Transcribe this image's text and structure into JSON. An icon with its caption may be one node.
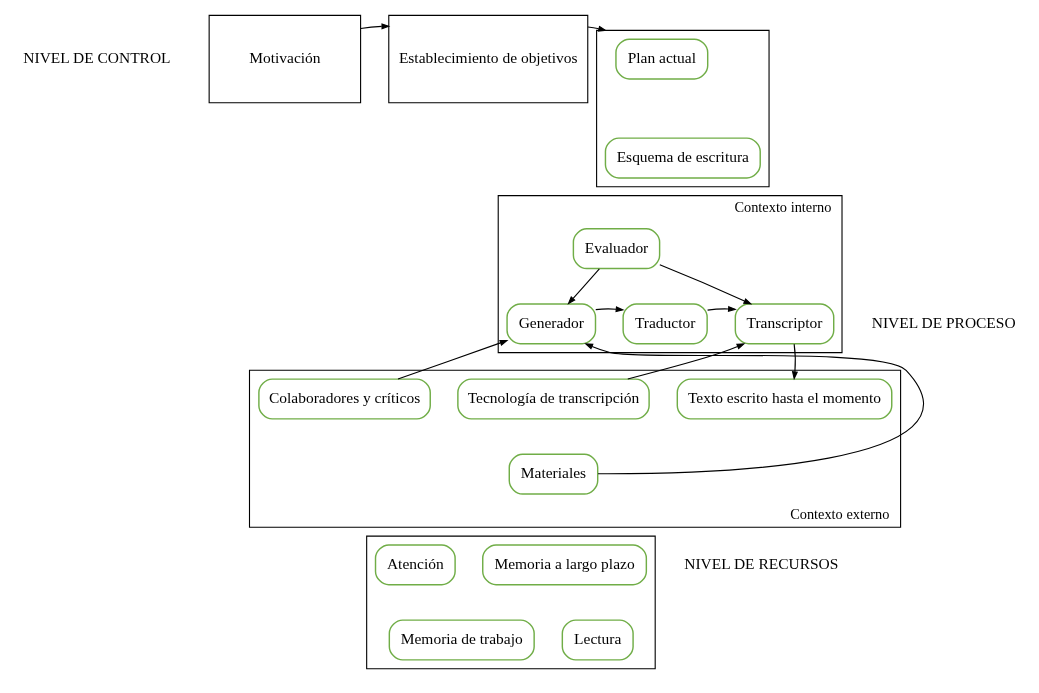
{
  "diagram": {
    "nodes": [
      {
        "text": [
          "Motivación"
        ]
      },
      {
        "text": [
          "Establecimiento de objetivos"
        ]
      },
      {
        "text": [],
        "shape": "box"
      },
      {
        "text": [
          "Plan actual"
        ],
        "in": 2
      },
      {
        "text": [
          "Esquema de escritura"
        ],
        "in": 2
      },
      {
        "text": [],
        "shape": "box",
        "beside": [
          "Contexto interno"
        ]
      },
      {
        "text": [
          "Evaluador"
        ],
        "in": 5
      },
      {
        "text": [
          "Generador"
        ],
        "in": 5
      },
      {
        "text": [
          "Traductor"
        ],
        "in": 5
      },
      {
        "text": [
          "Transcriptor"
        ],
        "in": 5
      },
      {
        "text": [],
        "shape": "box",
        "beside": [
          "Contexto externo"
        ]
      },
      {
        "text": [
          "Colaboradores y críticos"
        ],
        "in": 10
      },
      {
        "text": [
          "Tecnología de transcripción"
        ],
        "in": 10
      },
      {
        "text": [
          "Materiales"
        ],
        "in": 10
      },
      {
        "text": [
          "Texto escrito hasta el momento"
        ],
        "in": 10
      },
      {
        "text": [],
        "shape": "box"
      },
      {
        "text": [
          "Atención"
        ],
        "in": 15
      },
      {
        "text": [
          "Memoria a largo plazo"
        ],
        "in": 15
      },
      {
        "text": [
          "Memoria de trabajo"
        ],
        "in": 15
      },
      {
        "text": [
          "Lectura"
        ],
        "in": 15
      }
    ],
    "edges": [
      {
        "from": 0,
        "to": 1,
        "arrow": "to"
      },
      {
        "from": 1,
        "to": 2,
        "arrow": "to"
      },
      {
        "from": 6,
        "to": 7,
        "arrow": "to"
      },
      {
        "from": 6,
        "to": 9,
        "arrow": "to"
      },
      {
        "from": 7,
        "to": 8,
        "arrow": "to"
      },
      {
        "from": 8,
        "to": 9,
        "arrow": "to"
      },
      {
        "from": 11,
        "to": 7,
        "arrow": "to"
      },
      {
        "from": 13,
        "to": 7,
        "arrow": "to"
      },
      {
        "from": 12,
        "to": 9,
        "arrow": "to"
      },
      {
        "from": 9,
        "to": 14,
        "arrow": "to"
      }
    ],
    "labels": [
      "NIVEL DE CONTROL",
      "NIVEL DE PROCESO",
      "NIVEL DE RECURSOS"
    ]
  }
}
